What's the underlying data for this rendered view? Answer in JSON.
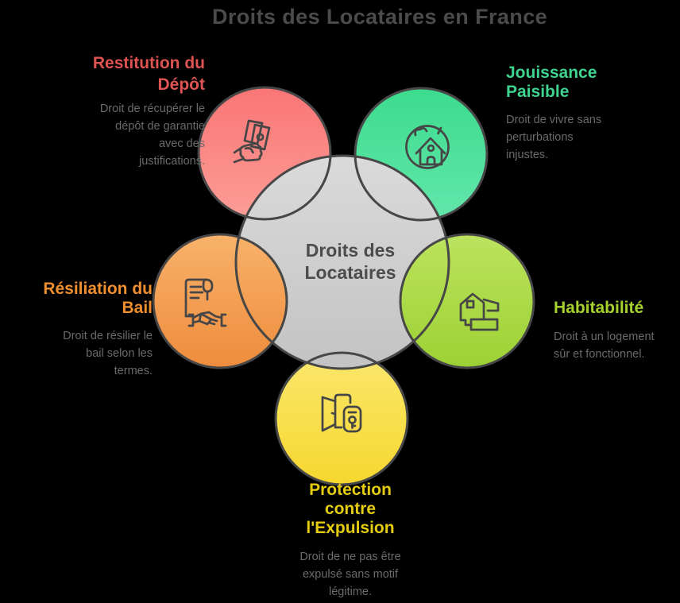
{
  "title": "Droits des Locataires en France",
  "center": {
    "lines": [
      "Droits des",
      "Locataires"
    ]
  },
  "sections": {
    "restitution": {
      "heading": [
        "Restitution du",
        "Dépôt"
      ],
      "desc": [
        "Droit de récupérer le",
        "dépôt de garantie",
        "avec des",
        "justifications."
      ],
      "heading_color": "#df5353",
      "circle_color_top": "#f97575",
      "circle_color_bottom": "#fc9d97",
      "icon": "money-in-hand-icon"
    },
    "jouissance": {
      "heading": [
        "Jouissance",
        "Paisible"
      ],
      "desc": [
        "Droit de vivre sans",
        "perturbations",
        "injustes."
      ],
      "heading_color": "#3ed38e",
      "circle_color_top": "#3cdb8d",
      "circle_color_bottom": "#63e7ab",
      "icon": "peaceful-home-icon"
    },
    "resiliation": {
      "heading": [
        "Résiliation du",
        "Bail"
      ],
      "desc": [
        "Droit de résilier le",
        "bail selon les",
        "termes."
      ],
      "heading_color": "#ef8f2f",
      "circle_color_top": "#f8b26b",
      "circle_color_bottom": "#ee8c3c",
      "icon": "contract-handshake-icon"
    },
    "habitabilite": {
      "heading": [
        "Habitabilité"
      ],
      "desc": [
        "Droit à un logement",
        "sûr et fonctionnel."
      ],
      "heading_color": "#a6d12f",
      "circle_color_top": "#bce35e",
      "circle_color_bottom": "#9cd133",
      "icon": "habitable-house-icon"
    },
    "protection": {
      "heading": [
        "Protection",
        "contre",
        "l'Expulsion"
      ],
      "desc": [
        "Droit de ne pas être",
        "expulsé sans motif",
        "légitime."
      ],
      "heading_color": "#e4cd0f",
      "circle_color_top": "#fbe76d",
      "circle_color_bottom": "#f6d72e",
      "icon": "door-key-icon"
    }
  },
  "palette": {
    "background": "#000000",
    "title_text": "#4b4b4b",
    "body_text": "#6a6a6a",
    "center_circle_top": "#dadada",
    "center_circle_bottom": "#c3c3c3",
    "outline": "#474747",
    "icon_stroke": "#464646"
  }
}
